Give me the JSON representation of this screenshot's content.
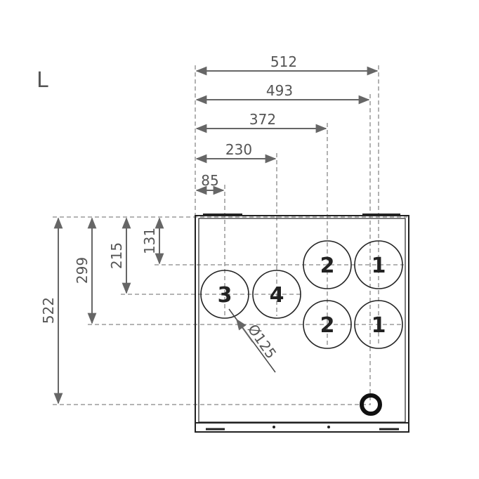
{
  "view_label": "L",
  "dimensions_horizontal": [
    "512",
    "493",
    "372",
    "230",
    "85"
  ],
  "dimensions_vertical": [
    "131",
    "215",
    "299",
    "522"
  ],
  "diameter_label": "Ø125",
  "ports": {
    "p1a": "1",
    "p1b": "1",
    "p2a": "2",
    "p2b": "2",
    "p3": "3",
    "p4": "4"
  }
}
